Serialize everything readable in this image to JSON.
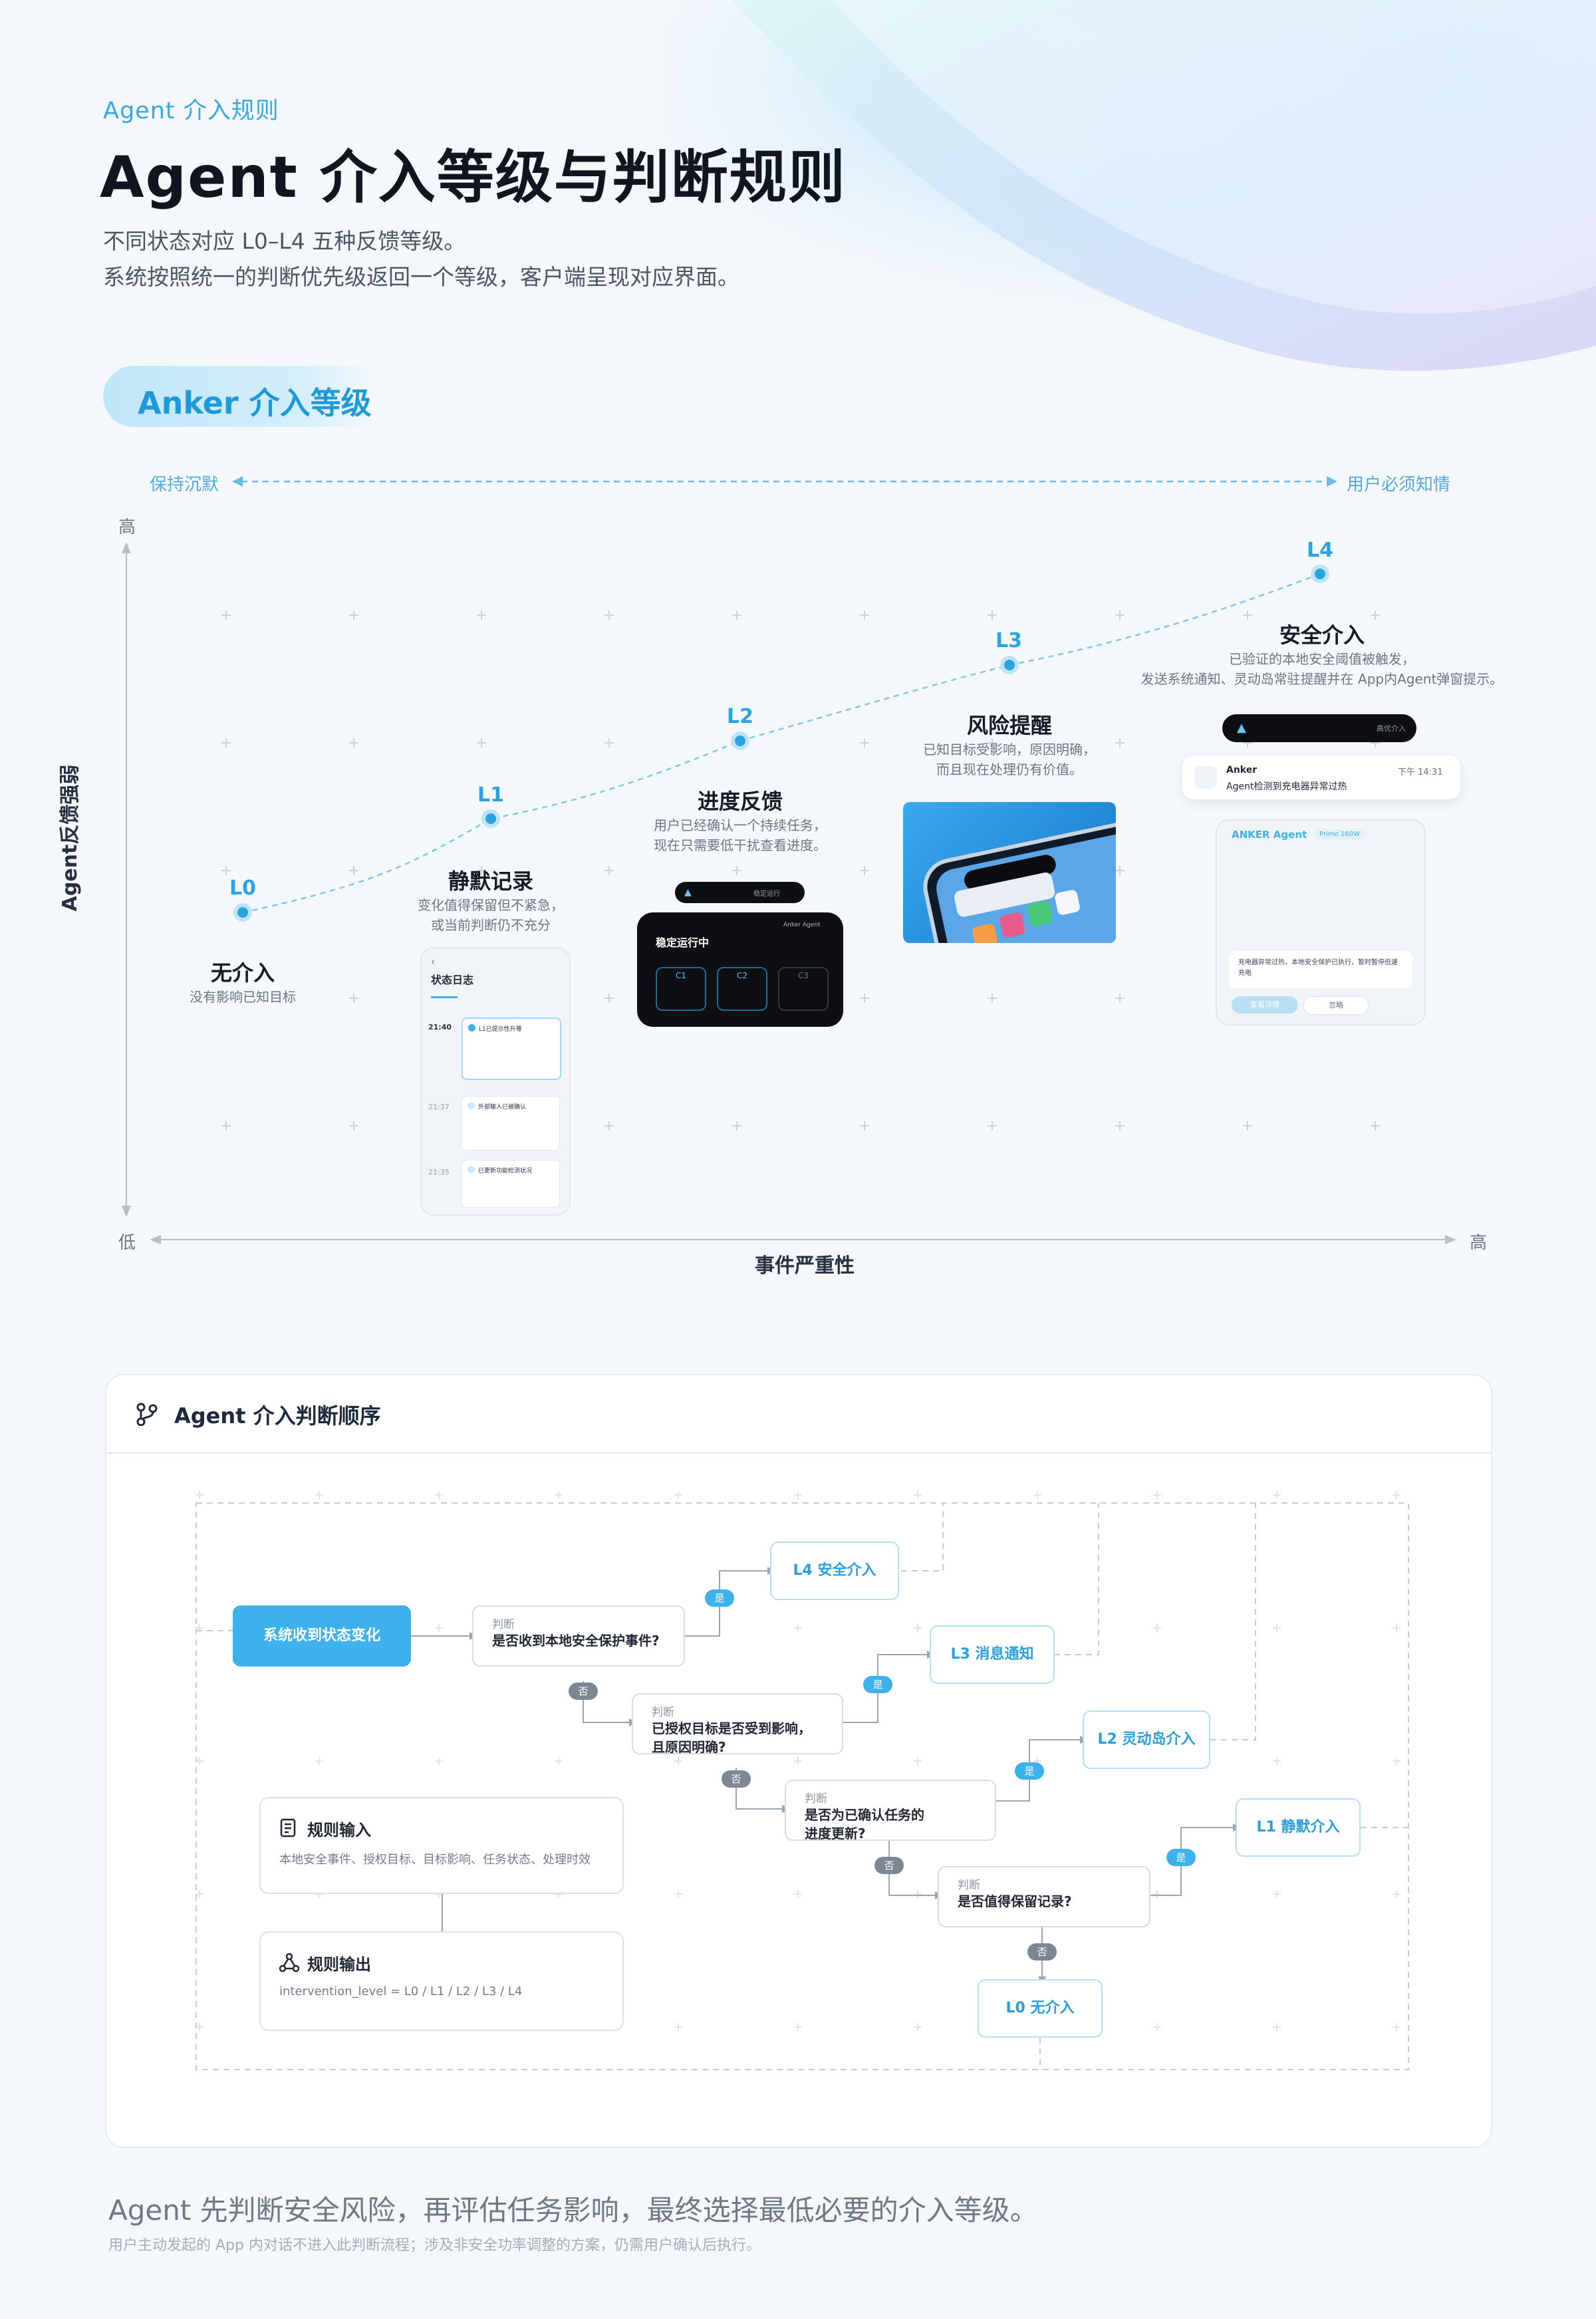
{
  "header": {
    "eyebrow": "Agent 介入规则",
    "title": "Agent 介入等级与判断规则",
    "subtitle_line1": "不同状态对应 L0–L4 五种反馈等级。",
    "subtitle_line2": "系统按照统一的判断优先级返回一个等级，客户端呈现对应界面。"
  },
  "section_pill": "Anker 介入等级",
  "range": {
    "left": "保持沉默",
    "right": "用户必须知情"
  },
  "axes": {
    "y_title": "Agent反馈强弱",
    "x_title": "事件严重性",
    "high": "高",
    "low": "低"
  },
  "levels": [
    {
      "code": "L0",
      "name": "无介入",
      "desc1": "没有影响已知目标",
      "desc2": ""
    },
    {
      "code": "L1",
      "name": "静默记录",
      "desc1": "变化值得保留但不紧急，",
      "desc2": "或当前判断仍不充分"
    },
    {
      "code": "L2",
      "name": "进度反馈",
      "desc1": "用户已经确认一个持续任务，",
      "desc2": "现在只需要低干扰查看进度。"
    },
    {
      "code": "L3",
      "name": "风险提醒",
      "desc1": "已知目标受影响，原因明确，",
      "desc2": "而且现在处理仍有价值。"
    },
    {
      "code": "L4",
      "name": "安全介入",
      "desc1": "已验证的本地安全阈值被触发，",
      "desc2": "发送系统通知、灵动岛常驻提醒并在 App内Agent弹窗提示。"
    }
  ],
  "mock_l1": {
    "title": "状态日志",
    "time1": "21:40",
    "item1": "L1已提示性升等",
    "time2": "21:37",
    "item2": "外部输入已被确认",
    "time3": "21:35",
    "item3": "已更新功能检测状况"
  },
  "mock_l2": {
    "island_label": "稳定运行",
    "title": "稳定运行中",
    "brand": "Anker Agent",
    "ports": [
      "C1",
      "C2",
      "C3"
    ]
  },
  "mock_l4": {
    "island_label": "高优介入",
    "notif_app": "Anker",
    "notif_time": "下午 14:31",
    "notif_msg": "Agent检测到充电器异常过热",
    "app_title": "ANKER Agent",
    "app_badge": "Prime 160W",
    "app_msg": "充电器异常过热，本地安全保护已执行，暂时暂停低速充电",
    "btn_primary": "查看详情",
    "btn_secondary": "忽略"
  },
  "flow": {
    "title": "Agent 介入判断顺序",
    "start": "系统收到状态变化",
    "judge_label": "判断",
    "q1": "是否收到本地安全保护事件?",
    "q2a": "已授权目标是否受到影响，",
    "q2b": "且原因明确?",
    "q3a": "是否为已确认任务的",
    "q3b": "进度更新?",
    "q4": "是否值得保留记录?",
    "yes": "是",
    "no": "否",
    "out_l4": "L4 安全介入",
    "out_l3": "L3 消息通知",
    "out_l2": "L2 灵动岛介入",
    "out_l1": "L1 静默介入",
    "out_l0": "L0 无介入",
    "rule_in_title": "规则输入",
    "rule_in_body": "本地安全事件、授权目标、目标影响、任务状态、处理时效",
    "rule_out_title": "规则输出",
    "rule_out_body": "intervention_level = L0 / L1 / L2 / L3 / L4"
  },
  "footer": {
    "main": "Agent 先判断安全风险，再评估任务影响，最终选择最低必要的介入等级。",
    "note": "用户主动发起的 App 内对话不进入此判断流程；涉及非安全功率调整的方案，仍需用户确认后执行。"
  },
  "colors": {
    "accent": "#2aa3df",
    "start_node": "#3cb1ec",
    "title": "#10151f"
  }
}
